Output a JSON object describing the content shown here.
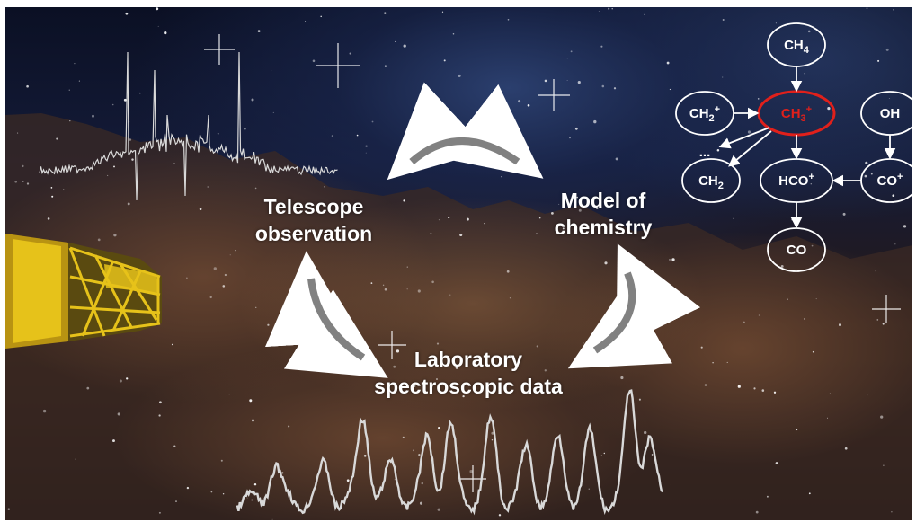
{
  "labels": {
    "telescope_line1": "Telescope",
    "telescope_line2": "observation",
    "model_line1": "Model of",
    "model_line2": "chemistry",
    "lab_line1": "Laboratory",
    "lab_line2": "spectroscopic data"
  },
  "network": {
    "ch4": "CH",
    "ch4_sub": "4",
    "ch2p": "CH",
    "ch2p_sub": "2",
    "ch2p_sup": "+",
    "ch3p": "CH",
    "ch3p_sub": "3",
    "ch3p_sup": "+",
    "oh": "OH",
    "ellipsis": "...",
    "ch2": "CH",
    "ch2_sub": "2",
    "hcop": "HCO",
    "hcop_sup": "+",
    "cop": "CO",
    "cop_sup": "+",
    "co": "CO"
  },
  "colors": {
    "highlight_node": "#e0201b",
    "foreground": "#ffffff",
    "spectrum": "#d9d9d9",
    "telescope": "#e6c21a"
  },
  "icons": {
    "telescope": "telescope-illustration",
    "cycle_arrows": "curved-double-arrows"
  }
}
